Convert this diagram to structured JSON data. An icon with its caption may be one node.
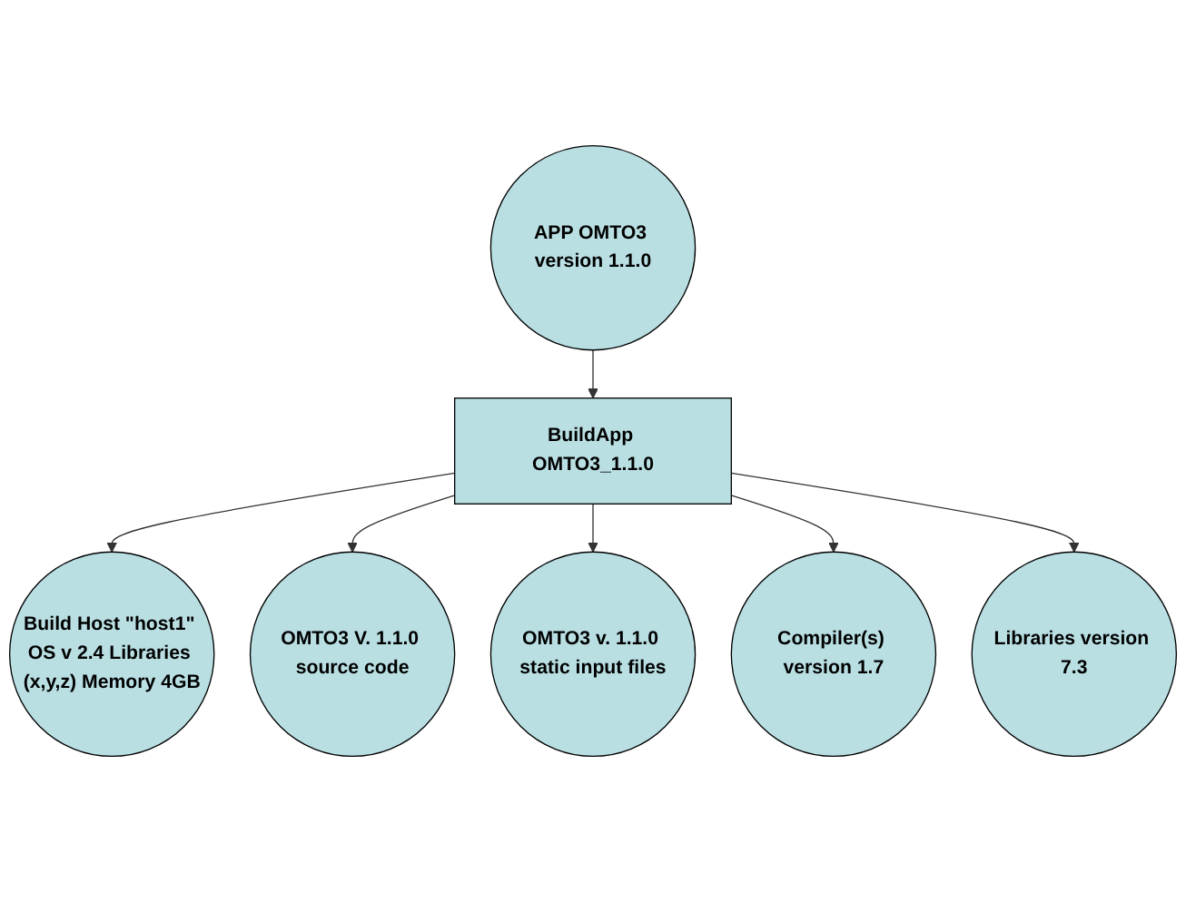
{
  "diagram": {
    "nodes": [
      {
        "text": [
          "Build Host \"host1\" OS v 2.4 Libraries (x,y,z) Memory 4GB"
        ]
      },
      {
        "text": [
          "OMTO3 V. 1.1.0 source code"
        ]
      },
      {
        "text": [
          "BuildApp OMTO3_1.1.0"
        ]
      },
      {
        "text": [
          "APP OMTO3 version 1.1.0"
        ]
      },
      {
        "text": [
          "OMTO3 v. 1.1.0 static input files"
        ]
      },
      {
        "text": [
          "Compiler(s) version 1.7"
        ]
      },
      {
        "text": [
          "Libraries version 7.3"
        ]
      }
    ],
    "edges": [
      {
        "from": 2,
        "to": 0,
        "arrow": "to"
      },
      {
        "from": 2,
        "to": 1,
        "arrow": "to"
      },
      {
        "from": 3,
        "to": 2,
        "arrow": "to"
      },
      {
        "from": 2,
        "to": 4,
        "arrow": "to"
      },
      {
        "from": 2,
        "to": 5,
        "arrow": "to"
      },
      {
        "from": 2,
        "to": 6,
        "arrow": "to"
      }
    ]
  }
}
